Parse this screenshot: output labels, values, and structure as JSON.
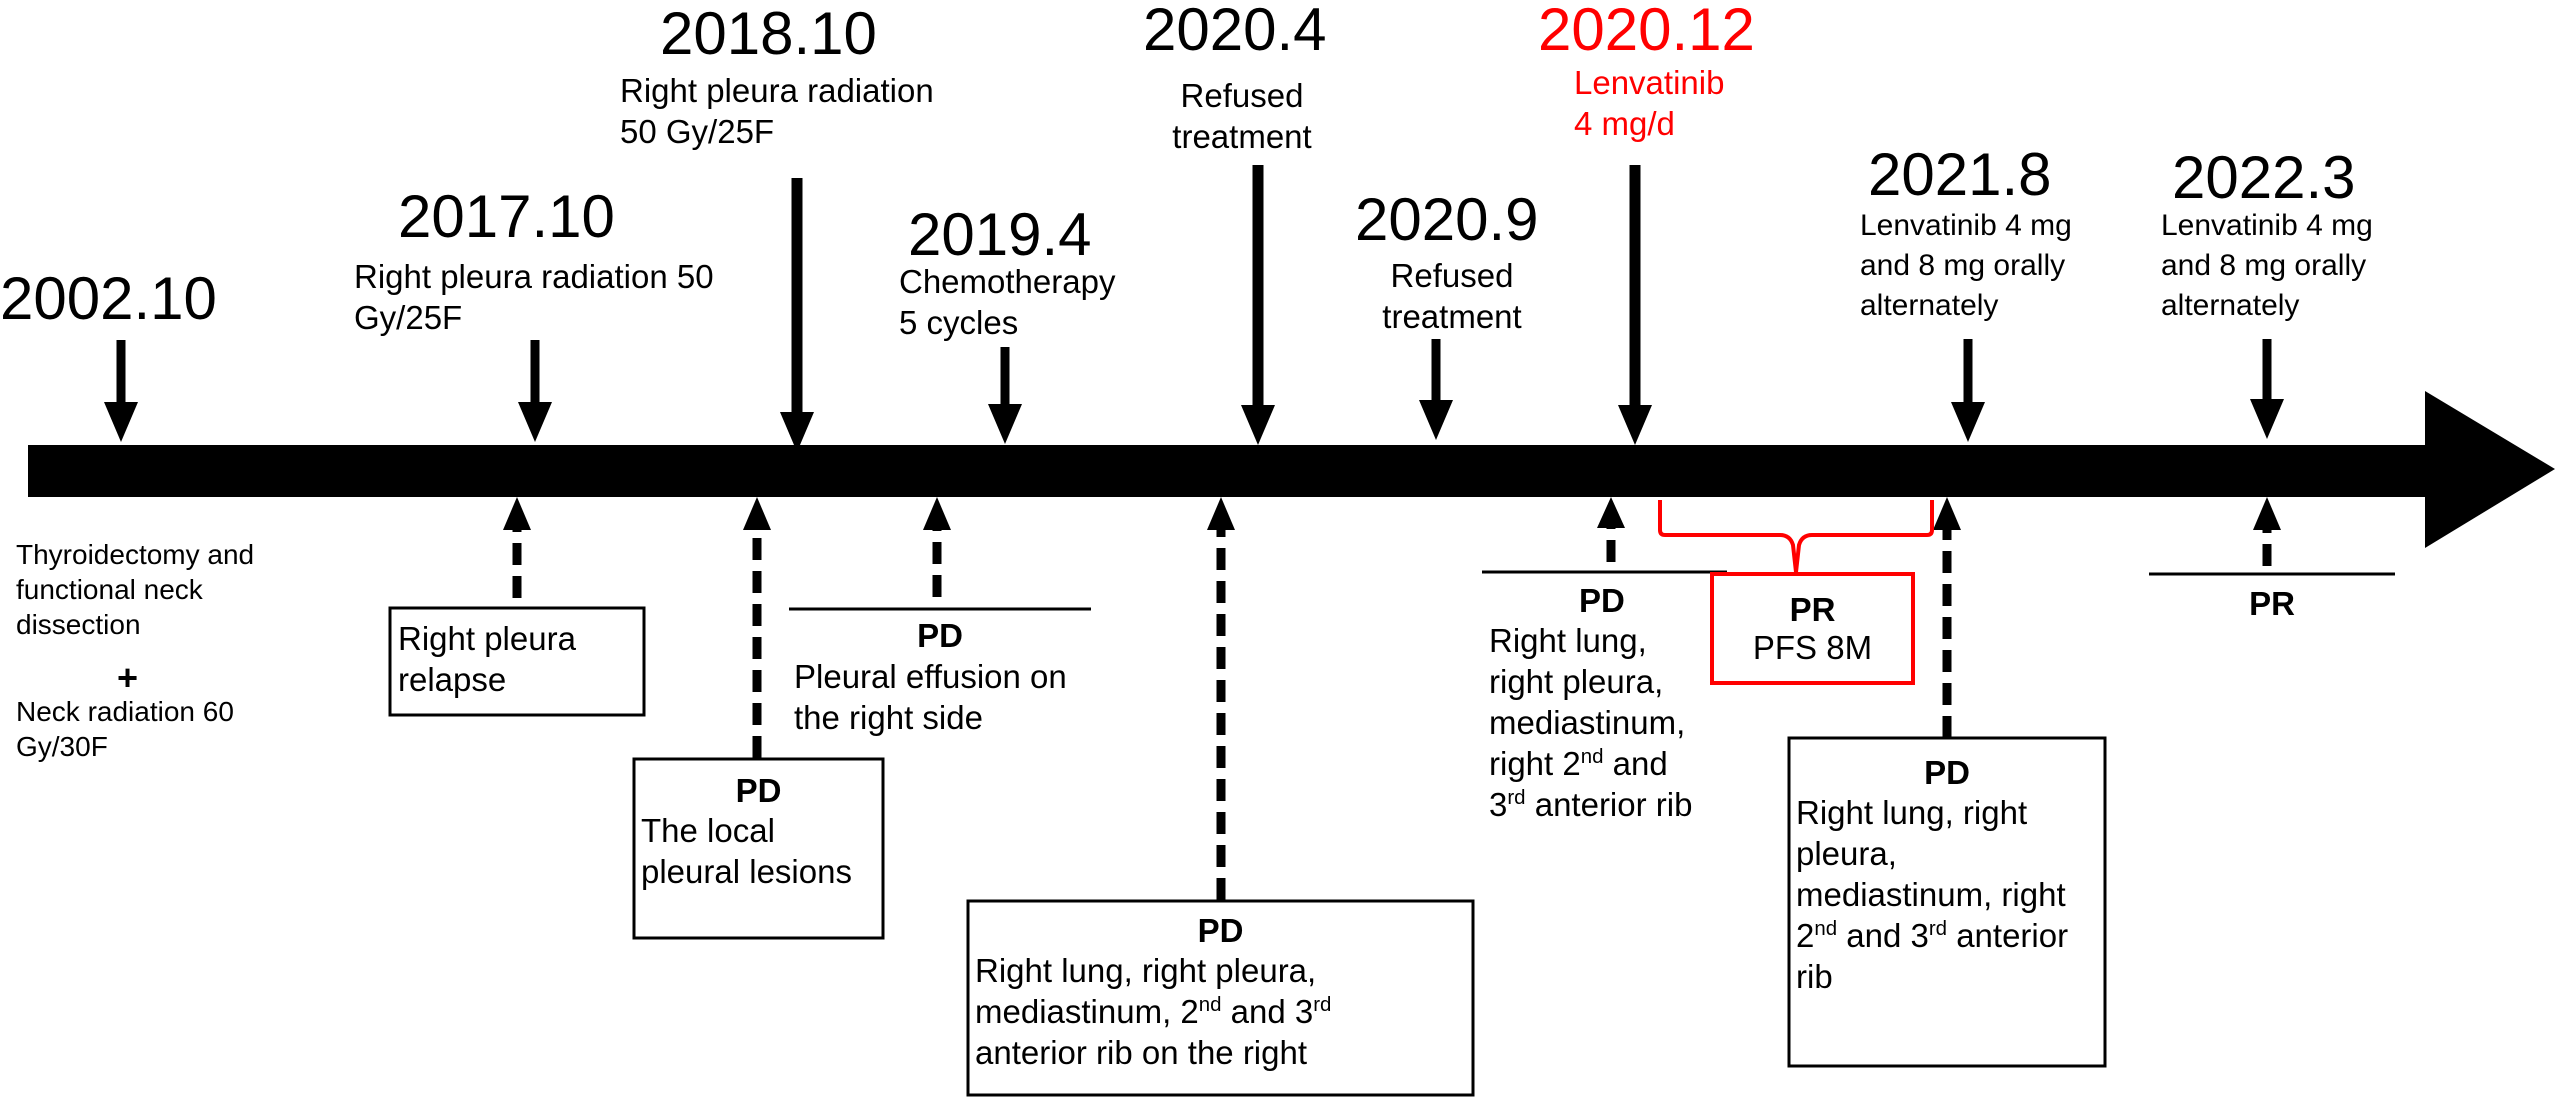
{
  "colors": {
    "main": "#000000",
    "highlight": "#ff0000"
  },
  "events": [
    {
      "id": "2002",
      "date": "2002.10"
    },
    {
      "id": "2017",
      "date": "2017.10",
      "lines": [
        "Right pleura radiation 50",
        "Gy/25F"
      ]
    },
    {
      "id": "2018",
      "date": "2018.10",
      "lines": [
        "Right pleura radiation",
        "50 Gy/25F"
      ]
    },
    {
      "id": "2019",
      "date": "2019.4",
      "lines": [
        "Chemotherapy",
        "5 cycles"
      ]
    },
    {
      "id": "2020a",
      "date": "2020.4",
      "lines": [
        "Refused",
        "treatment"
      ]
    },
    {
      "id": "2020b",
      "date": "2020.9",
      "lines": [
        "Refused",
        "treatment"
      ]
    },
    {
      "id": "2020c",
      "date": "2020.12",
      "lines": [
        "Lenvatinib",
        "4 mg/d"
      ],
      "highlight": true
    },
    {
      "id": "2021",
      "date": "2021.8",
      "lines": [
        "Lenvatinib 4 mg",
        "and 8 mg orally",
        "alternately"
      ]
    },
    {
      "id": "2022",
      "date": "2022.3",
      "lines": [
        "Lenvatinib 4 mg",
        "and 8 mg orally",
        "alternately"
      ]
    }
  ],
  "initial_treatment": {
    "lines": [
      "Thyroidectomy and",
      "functional neck",
      "dissection"
    ],
    "plus": "+",
    "radiation_lines": [
      "Neck radiation 60",
      "Gy/30F"
    ]
  },
  "outcomes": {
    "relapse": {
      "lines": [
        "Right pleura",
        "relapse"
      ]
    },
    "pd_local": {
      "title": "PD",
      "lines": [
        "The local",
        "pleural lesions"
      ]
    },
    "pd_effusion": {
      "title": "PD",
      "lines": [
        "Pleural effusion on",
        "the right side"
      ]
    },
    "pd_2020": {
      "title": "PD",
      "line1": "Right lung, right pleura,",
      "line2_a": "mediastinum, 2",
      "line2_sup1": "nd",
      "line2_b": " and 3",
      "line2_sup2": "rd",
      "line3": "anterior rib on the right"
    },
    "pd_2020b": {
      "title": "PD",
      "lines": [
        "Right lung,",
        "right pleura,",
        "mediastinum,"
      ],
      "l4_a": "right 2",
      "l4_sup1": "nd",
      "l4_b": " and",
      "l5_a": "3",
      "l5_sup": "rd",
      "l5_b": " anterior rib"
    },
    "pr_lenva": {
      "title": "PR",
      "subtitle": "PFS 8M"
    },
    "pd_2021": {
      "title": "PD",
      "lines": [
        "Right lung, right",
        "pleura,",
        "mediastinum, right"
      ],
      "l4_a": "2",
      "l4_sup1": "nd",
      "l4_b": " and 3",
      "l4_sup2": "rd",
      "l4_c": " anterior",
      "l5": "rib"
    },
    "pr_2022": {
      "title": "PR"
    }
  }
}
